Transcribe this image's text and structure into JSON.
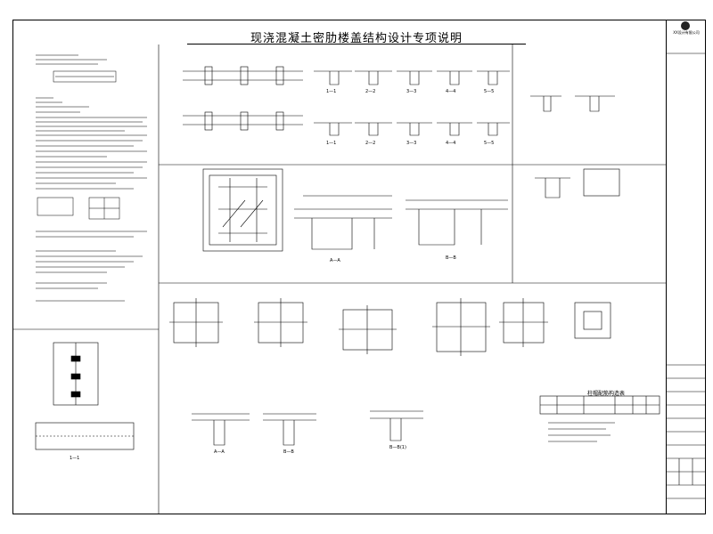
{
  "drawing": {
    "title": "现浇混凝土密肋楼盖结构设计专项说明"
  },
  "title_block": {
    "company": "XX设计有限公司"
  },
  "sections_top": [
    "1—1",
    "2—2",
    "3—3",
    "4—4",
    "5—5"
  ],
  "sections_mid": [
    "A—A",
    "B—B"
  ],
  "sections_bottom": [
    "1—1",
    "A—A",
    "B—B",
    "B—B(1)"
  ],
  "table": {
    "title": "柱帽配筋构造表"
  },
  "colors": {
    "line": "#000000",
    "paper": "#ffffff"
  }
}
